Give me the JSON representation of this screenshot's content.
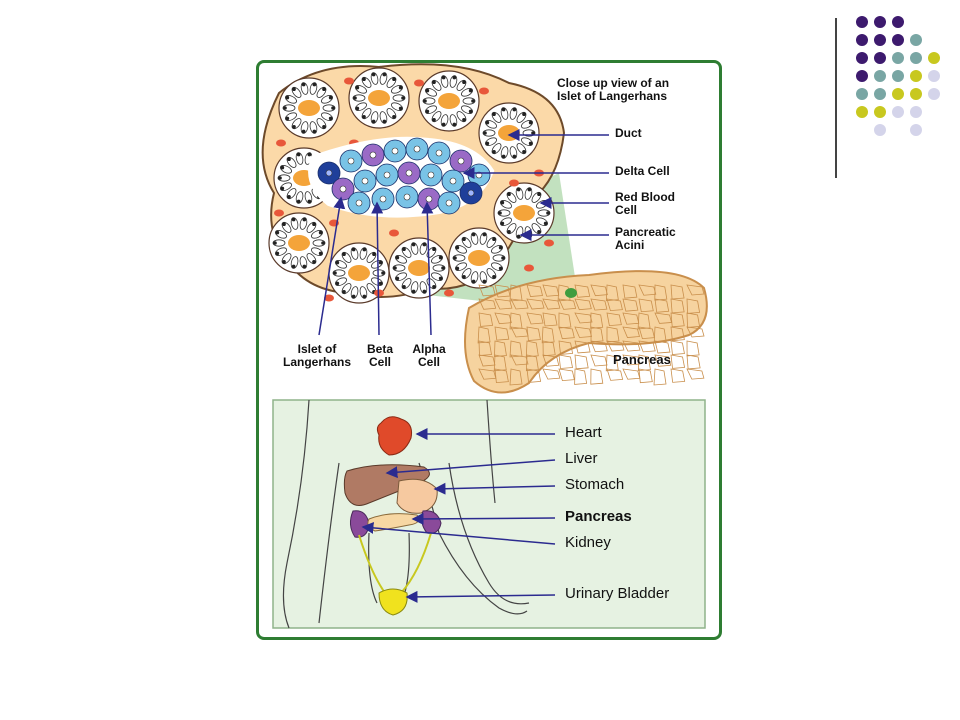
{
  "decor": {
    "dot_colors": {
      "purple": "#3d1a6e",
      "teal": "#79a6a4",
      "olive": "#c8c81f",
      "lavender": "#d4d4ea"
    }
  },
  "islet_panel": {
    "title_line1": "Close up view of an",
    "title_line2": "Islet of Langerhans",
    "duct": "Duct",
    "delta_cell": "Delta Cell",
    "red_blood_cell_line1": "Red Blood",
    "red_blood_cell_line2": "Cell",
    "pancreatic_acini_line1": "Pancreatic",
    "pancreatic_acini_line2": "Acini",
    "islet_line1": "Islet of",
    "islet_line2": "Langerhans",
    "beta_line1": "Beta",
    "beta_line2": "Cell",
    "alpha_line1": "Alpha",
    "alpha_line2": "Cell",
    "pancreas": "Pancreas"
  },
  "body_panel": {
    "heart": "Heart",
    "liver": "Liver",
    "stomach": "Stomach",
    "pancreas": "Pancreas",
    "kidney": "Kidney",
    "urinary_bladder": "Urinary Bladder"
  },
  "colors": {
    "frame": "#2e7d32",
    "arrow": "#2b2b8f",
    "panel_bg": "#e6f2e2"
  }
}
